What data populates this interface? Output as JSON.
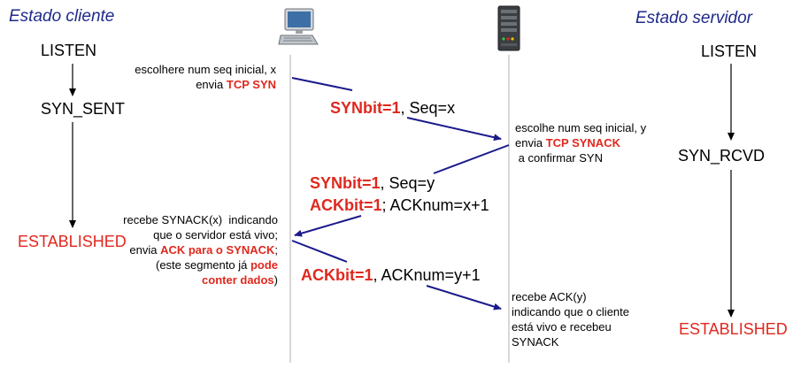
{
  "titles": {
    "client": "Estado cliente",
    "server": "Estado servidor"
  },
  "client_states": {
    "listen": "LISTEN",
    "syn_sent": "SYN_SENT",
    "established": "ESTABLISHED"
  },
  "server_states": {
    "listen": "LISTEN",
    "syn_rcvd": "SYN_RCVD",
    "established": "ESTABLISHED"
  },
  "note1": {
    "line1": "escolhere num seq inicial, x",
    "line2_pre": "envia ",
    "line2_red": "TCP SYN"
  },
  "seg1": {
    "red": "SYNbit=1",
    "rest": ", Seq=x"
  },
  "note2": {
    "line1": "escolhe num seq inicial, y",
    "line2_pre": "envia ",
    "line2_red": "TCP SYNACK",
    "line3": " a confirmar SYN"
  },
  "seg2": {
    "red1": "SYNbit=1",
    "rest1": ", Seq=y",
    "red2": "ACKbit=1",
    "rest2": "; ACKnum=x+1"
  },
  "note3": {
    "line1": "recebe SYNACK(x)  indicando",
    "line2": "que o servidor está vivo;",
    "line3_pre": "envia ",
    "line3_red": "ACK para o SYNACK",
    "line3_post": ";",
    "line4_pre": "(este segmento já ",
    "line4_red": "pode",
    "line5_red": "conter dados",
    "line5_post": ")"
  },
  "seg3": {
    "red": "ACKbit=1",
    "rest": ", ACKnum=y+1"
  },
  "note4": {
    "line1": "recebe ACK(y)",
    "line2": "indicando que o cliente",
    "line3": "está vivo e recebeu",
    "line4": "SYNACK"
  },
  "colors": {
    "title": "#1f2a8a",
    "red": "#e0281e",
    "arrow": "#1a1a8c",
    "timeline": "#b0b0b0"
  },
  "icons": {
    "client": "desktop-computer-icon",
    "server": "server-tower-icon"
  }
}
